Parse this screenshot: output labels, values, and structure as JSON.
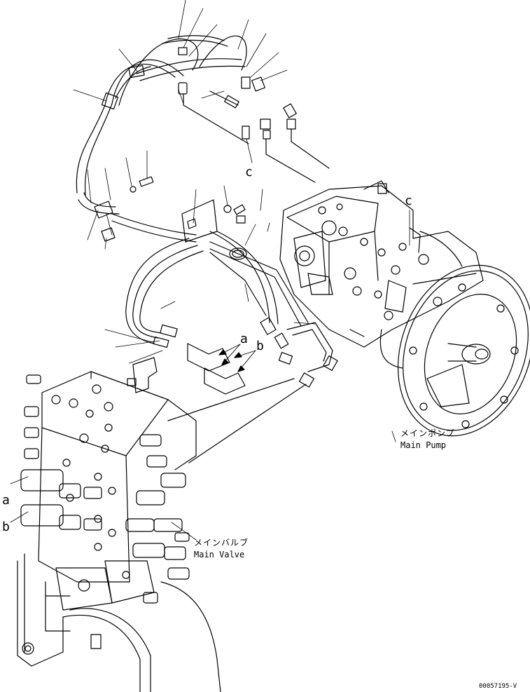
{
  "labels": {
    "c_top": "c",
    "c_pump": "c",
    "a_mid": "a",
    "b_mid": "b",
    "a_left": "a",
    "b_left": "b"
  },
  "main_pump": {
    "jp": "メインポンプ",
    "en": "Main Pump"
  },
  "main_valve": {
    "jp": "メインバルブ",
    "en": "Main Valve"
  },
  "drawing_code": "00057195-V",
  "colors": {
    "line": "#000000",
    "background": "#ffffff"
  }
}
